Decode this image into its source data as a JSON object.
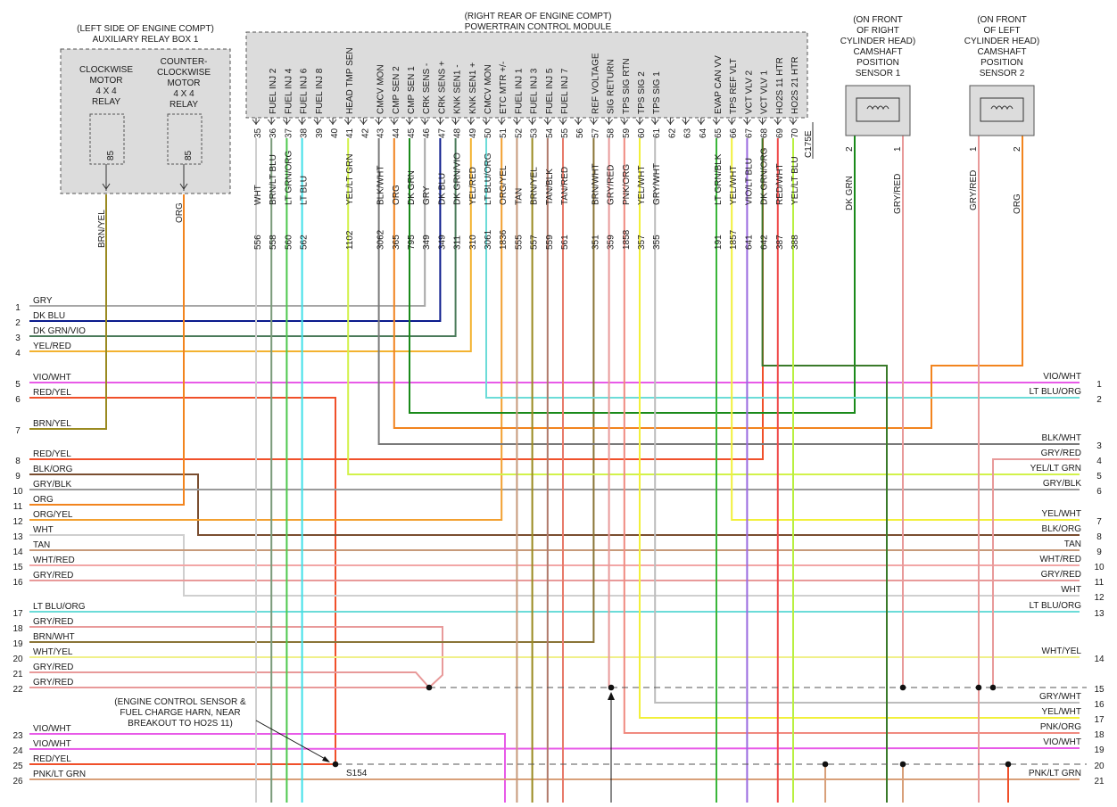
{
  "relay_box": {
    "caption": [
      "(LEFT SIDE OF ENGINE COMPT)",
      "AUXILIARY RELAY BOX 1"
    ],
    "relay1": [
      "CLOCKWISE",
      "MOTOR",
      "4 X 4",
      "RELAY"
    ],
    "relay2": [
      "COUNTER-",
      "CLOCKWISE",
      "MOTOR",
      "4 X 4",
      "RELAY"
    ],
    "relay1_pin": "85",
    "relay2_pin": "85",
    "relay1_wire": "BRN/YEL",
    "relay2_wire": "ORG"
  },
  "pcm": {
    "caption": [
      "(RIGHT REAR OF ENGINE COMPT)",
      "POWERTRAIN CONTROL MODULE"
    ],
    "connector_id": "C175E",
    "pins": [
      {
        "pin": "35",
        "func": "",
        "color": "WHT",
        "circuit": "556"
      },
      {
        "pin": "36",
        "func": "FUEL INJ 2",
        "color": "BRN/LT BLU",
        "circuit": "558"
      },
      {
        "pin": "37",
        "func": "FUEL INJ 4",
        "color": "LT GRN/ORG",
        "circuit": "560"
      },
      {
        "pin": "38",
        "func": "FUEL INJ 6",
        "color": "LT BLU",
        "circuit": "562"
      },
      {
        "pin": "39",
        "func": "FUEL INJ 8",
        "color": "",
        "circuit": ""
      },
      {
        "pin": "40",
        "func": "",
        "color": "",
        "circuit": ""
      },
      {
        "pin": "41",
        "func": "HEAD TMP SEN",
        "color": "YEL/LT GRN",
        "circuit": "1102"
      },
      {
        "pin": "42",
        "func": "",
        "color": "",
        "circuit": ""
      },
      {
        "pin": "43",
        "func": "CMCV MON",
        "color": "BLK/WHT",
        "circuit": "3062"
      },
      {
        "pin": "44",
        "func": "CMP SEN 2",
        "color": "ORG",
        "circuit": "365"
      },
      {
        "pin": "45",
        "func": "CMP SEN 1",
        "color": "DK GRN",
        "circuit": "795"
      },
      {
        "pin": "46",
        "func": "CRK SENS -",
        "color": "GRY",
        "circuit": "349"
      },
      {
        "pin": "47",
        "func": "CRK SENS +",
        "color": "DK BLU",
        "circuit": "349"
      },
      {
        "pin": "48",
        "func": "KNK SEN1 -",
        "color": "DK GRN/VIO",
        "circuit": "311"
      },
      {
        "pin": "49",
        "func": "KNK SEN1 +",
        "color": "YEL/RED",
        "circuit": "310"
      },
      {
        "pin": "50",
        "func": "CMCV MON",
        "color": "LT BLU/ORG",
        "circuit": "3061"
      },
      {
        "pin": "51",
        "func": "ETC MTR +/-",
        "color": "ORG/YEL",
        "circuit": "1836"
      },
      {
        "pin": "52",
        "func": "FUEL INJ 1",
        "color": "TAN",
        "circuit": "555"
      },
      {
        "pin": "53",
        "func": "FUEL INJ 3",
        "color": "BRN/YEL",
        "circuit": "557"
      },
      {
        "pin": "54",
        "func": "FUEL INJ 5",
        "color": "TAN/BLK",
        "circuit": "559"
      },
      {
        "pin": "55",
        "func": "FUEL INJ 7",
        "color": "TAN/RED",
        "circuit": "561"
      },
      {
        "pin": "56",
        "func": "",
        "color": "",
        "circuit": ""
      },
      {
        "pin": "57",
        "func": "REF VOLTAGE",
        "color": "BRN/WHT",
        "circuit": "351"
      },
      {
        "pin": "58",
        "func": "SIG RETURN",
        "color": "GRY/RED",
        "circuit": "359"
      },
      {
        "pin": "59",
        "func": "TPS SIG RTN",
        "color": "PNK/ORG",
        "circuit": "1858"
      },
      {
        "pin": "60",
        "func": "TPS SIG 2",
        "color": "YEL/WHT",
        "circuit": "357"
      },
      {
        "pin": "61",
        "func": "TPS SIG 1",
        "color": "GRY/WHT",
        "circuit": "355"
      },
      {
        "pin": "62",
        "func": "",
        "color": "",
        "circuit": ""
      },
      {
        "pin": "63",
        "func": "",
        "color": "",
        "circuit": ""
      },
      {
        "pin": "64",
        "func": "",
        "color": "",
        "circuit": ""
      },
      {
        "pin": "65",
        "func": "EVAP CAN VV",
        "color": "LT GRN/BLK",
        "circuit": "191"
      },
      {
        "pin": "66",
        "func": "TPS REF VLT",
        "color": "YEL/WHT",
        "circuit": "1857"
      },
      {
        "pin": "67",
        "func": "VCT VLV 2",
        "color": "VIO/LT BLU",
        "circuit": "641"
      },
      {
        "pin": "68",
        "func": "VCT VLV 1",
        "color": "DK GRN/ORG",
        "circuit": "642"
      },
      {
        "pin": "69",
        "func": "HO2S 11 HTR",
        "color": "RED/WHT",
        "circuit": "387"
      },
      {
        "pin": "70",
        "func": "HO2S 21 HTR",
        "color": "YEL/LT BLU",
        "circuit": "388"
      }
    ]
  },
  "cam1": {
    "caption": [
      "(ON FRONT",
      "OF RIGHT",
      "CYLINDER HEAD)",
      "CAMSHAFT",
      "POSITION",
      "SENSOR 1"
    ],
    "pin_left": "2",
    "pin_right": "1",
    "wire_left": "DK GRN",
    "wire_right": "GRY/RED"
  },
  "cam2": {
    "caption": [
      "(ON FRONT",
      "OF LEFT",
      "CYLINDER HEAD)",
      "CAMSHAFT",
      "POSITION",
      "SENSOR 2"
    ],
    "pin_left": "1",
    "pin_right": "2",
    "wire_left": "GRY/RED",
    "wire_right": "ORG"
  },
  "left_wires": [
    {
      "num": "1",
      "label": "GRY"
    },
    {
      "num": "2",
      "label": "DK BLU"
    },
    {
      "num": "3",
      "label": "DK GRN/VIO"
    },
    {
      "num": "4",
      "label": "YEL/RED"
    },
    {
      "num": "5",
      "label": "VIO/WHT"
    },
    {
      "num": "6",
      "label": "RED/YEL"
    },
    {
      "num": "7",
      "label": "BRN/YEL"
    },
    {
      "num": "8",
      "label": "RED/YEL"
    },
    {
      "num": "9",
      "label": "BLK/ORG"
    },
    {
      "num": "10",
      "label": "GRY/BLK"
    },
    {
      "num": "11",
      "label": "ORG"
    },
    {
      "num": "12",
      "label": "ORG/YEL"
    },
    {
      "num": "13",
      "label": "WHT"
    },
    {
      "num": "14",
      "label": "TAN"
    },
    {
      "num": "15",
      "label": "WHT/RED"
    },
    {
      "num": "16",
      "label": "GRY/RED"
    },
    {
      "num": "17",
      "label": "LT BLU/ORG"
    },
    {
      "num": "18",
      "label": "GRY/RED"
    },
    {
      "num": "19",
      "label": "BRN/WHT"
    },
    {
      "num": "20",
      "label": "WHT/YEL"
    },
    {
      "num": "21",
      "label": "GRY/RED"
    },
    {
      "num": "22",
      "label": "GRY/RED"
    },
    {
      "num": "23",
      "label": "VIO/WHT"
    },
    {
      "num": "24",
      "label": "VIO/WHT"
    },
    {
      "num": "25",
      "label": "RED/YEL"
    },
    {
      "num": "26",
      "label": "PNK/LT GRN"
    }
  ],
  "right_wires": [
    {
      "num": "1",
      "label": "VIO/WHT"
    },
    {
      "num": "2",
      "label": "LT BLU/ORG"
    },
    {
      "num": "3",
      "label": "BLK/WHT"
    },
    {
      "num": "4",
      "label": "GRY/RED"
    },
    {
      "num": "5",
      "label": "YEL/LT GRN"
    },
    {
      "num": "6",
      "label": "GRY/BLK"
    },
    {
      "num": "7",
      "label": "YEL/WHT"
    },
    {
      "num": "8",
      "label": "BLK/ORG"
    },
    {
      "num": "9",
      "label": "TAN"
    },
    {
      "num": "10",
      "label": "WHT/RED"
    },
    {
      "num": "11",
      "label": "GRY/RED"
    },
    {
      "num": "12",
      "label": "WHT"
    },
    {
      "num": "13",
      "label": "LT BLU/ORG"
    },
    {
      "num": "14",
      "label": "WHT/YEL"
    },
    {
      "num": "15",
      "label": ""
    },
    {
      "num": "16",
      "label": "GRY/WHT"
    },
    {
      "num": "17",
      "label": "YEL/WHT"
    },
    {
      "num": "18",
      "label": "PNK/ORG"
    },
    {
      "num": "19",
      "label": "VIO/WHT"
    },
    {
      "num": "20",
      "label": ""
    },
    {
      "num": "21",
      "label": "PNK/LT GRN"
    }
  ],
  "splice": {
    "note": [
      "(ENGINE CONTROL SENSOR &",
      "FUEL CHARGE HARN, NEAR",
      "BREAKOUT TO HO2S 11)"
    ],
    "id": "S154"
  },
  "colors": {
    "GRY": "#a6a6a6",
    "DK BLU": "#0a1a8c",
    "DK GRN/VIO": "#4a7a5a",
    "YEL/RED": "#f3b230",
    "VIO/WHT": "#e85ae8",
    "RED/YEL": "#f0502a",
    "BRN/YEL": "#9a8a20",
    "BLK/ORG": "#7a4e30",
    "GRY/BLK": "#9a9a9a",
    "ORG": "#f2841e",
    "ORG/YEL": "#f2a030",
    "WHT": "#cfcfcf",
    "TAN": "#c79a7a",
    "WHT/RED": "#f2a6a6",
    "GRY/RED": "#e89a9a",
    "LT BLU/ORG": "#6cdcd8",
    "BRN/WHT": "#8a7436",
    "WHT/YEL": "#f0f08a",
    "PNK/LT GRN": "#d8a07a",
    "BLK/WHT": "#7a7a7a",
    "YEL/LT GRN": "#d2f24a",
    "YEL/WHT": "#f2f03a",
    "GRY/WHT": "#bcbcbc",
    "PNK/ORG": "#f08a80",
    "DK GRN": "#1a8a1a",
    "LT GRN/ORG": "#4ec84e",
    "LT BLU": "#40e0e8",
    "BRN/LT BLU": "#7a9a7a",
    "TAN/BLK": "#b07a6a",
    "TAN/RED": "#e87a6a",
    "LT GRN/BLK": "#3ab63a",
    "VIO/LT BLU": "#9a6ae0",
    "DK GRN/ORG": "#3a7a2a",
    "RED/WHT": "#f04848",
    "YEL/LT BLU": "#b8f040",
    "frame": "#555555",
    "ink": "#1a1a1a"
  }
}
